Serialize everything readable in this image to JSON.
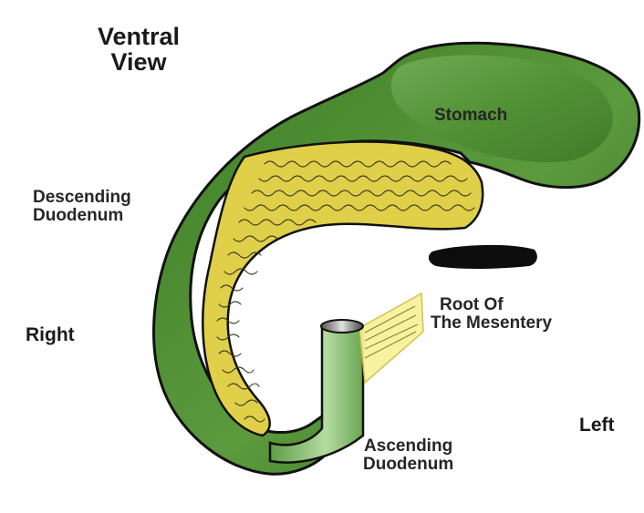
{
  "title": {
    "line1": "Ventral",
    "line2": "View"
  },
  "labels": {
    "stomach": "Stomach",
    "descending_duodenum": {
      "line1": "Descending",
      "line2": "Duodenum"
    },
    "root_of_mesentery": {
      "line1": "Root Of",
      "line2": "The Mesentery"
    },
    "ascending_duodenum": {
      "line1": "Ascending",
      "line2": "Duodenum"
    },
    "right": "Right",
    "left": "Left"
  },
  "colors": {
    "gut_dark": "#2f6b1c",
    "gut_light": "#8fc774",
    "pancreas": "#e0cf49",
    "mesentery": "#f6f29a",
    "outline": "#1a1a1a"
  }
}
